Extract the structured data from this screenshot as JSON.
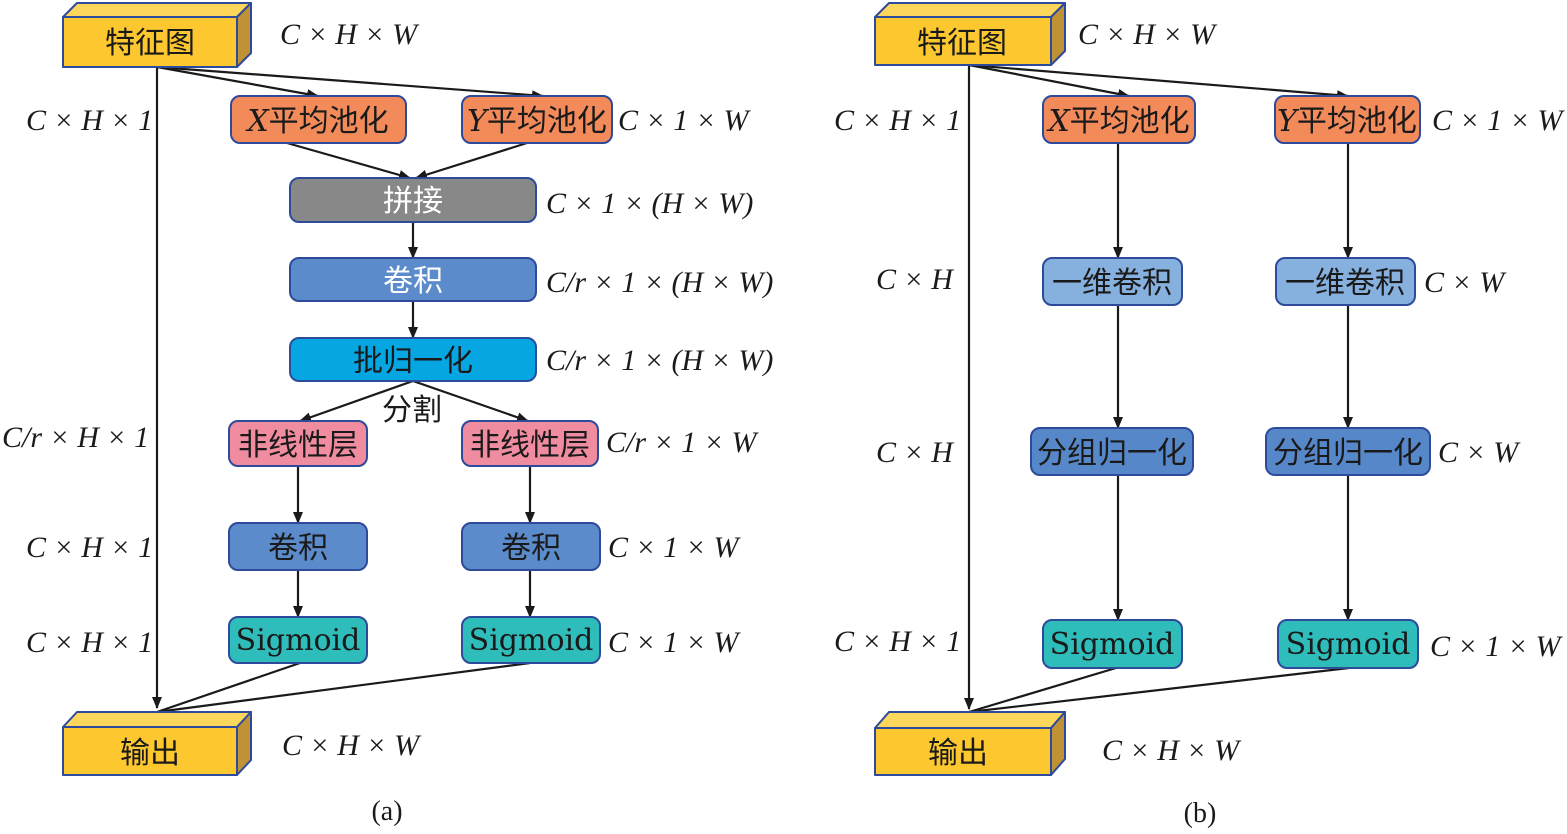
{
  "colors": {
    "cube_front": "#fdc82f",
    "cube_top": "#fdd65c",
    "cube_side": "#bf9235",
    "pool": "#f28a5a",
    "concat": "#888888",
    "conv": "#5b8bcb",
    "batchnorm": "#06a6e3",
    "nonlinear": "#f08ca0",
    "sigmoid": "#2fbdbb",
    "conv1d": "#86b0de",
    "groupnorm": "#5687c8",
    "edge": "#2e4a9a"
  },
  "panel_a": {
    "caption": "(a)",
    "nodes": {
      "input": {
        "label": "特征图",
        "dim": "C × H × W"
      },
      "x_pool": {
        "prefix": "X",
        "label": "平均池化",
        "dim_left": "C × H × 1"
      },
      "y_pool": {
        "prefix": "Y",
        "label": "平均池化",
        "dim": "C × 1 × W"
      },
      "concat": {
        "label": "拼接",
        "dim": "C × 1 × (H × W)"
      },
      "conv": {
        "label": "卷积",
        "dim": "C/r × 1 × (H × W)"
      },
      "batchnorm": {
        "label": "批归一化",
        "dim": "C/r × 1 × (H × W)"
      },
      "split_label": "分割",
      "nonlinear_left": {
        "label": "非线性层",
        "dim": "C/r × H × 1"
      },
      "nonlinear_right": {
        "label": "非线性层",
        "dim": "C/r × 1 × W"
      },
      "conv_left": {
        "label": "卷积",
        "dim": "C × H × 1"
      },
      "conv_right": {
        "label": "卷积",
        "dim": "C × 1 × W"
      },
      "sigmoid_left": {
        "label": "Sigmoid",
        "dim": "C × H × 1"
      },
      "sigmoid_right": {
        "label": "Sigmoid",
        "dim": "C × 1 × W"
      },
      "output": {
        "label": "输出",
        "dim": "C × H × W"
      }
    }
  },
  "panel_b": {
    "caption": "(b)",
    "nodes": {
      "input": {
        "label": "特征图",
        "dim": "C × H × W"
      },
      "x_pool": {
        "prefix": "X",
        "label": "平均池化",
        "dim": "C × H × 1"
      },
      "y_pool": {
        "prefix": "Y",
        "label": "平均池化",
        "dim": "C × 1 × W"
      },
      "conv1d_left": {
        "label": "一维卷积",
        "dim": "C × H"
      },
      "conv1d_right": {
        "label": "一维卷积",
        "dim": "C × W"
      },
      "groupnorm_left": {
        "label": "分组归一化",
        "dim": "C × H"
      },
      "groupnorm_right": {
        "label": "分组归一化",
        "dim": "C × W"
      },
      "sigmoid_left": {
        "label": "Sigmoid",
        "dim": "C × H × 1"
      },
      "sigmoid_right": {
        "label": "Sigmoid",
        "dim": "C × 1 × W"
      },
      "output": {
        "label": "输出",
        "dim": "C × H × W"
      }
    }
  }
}
